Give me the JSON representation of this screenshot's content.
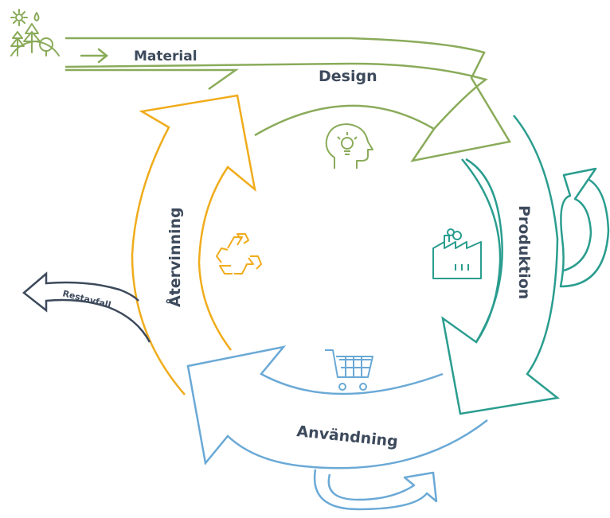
{
  "material": {
    "label": "Material"
  },
  "stages": {
    "design": {
      "label": "Design"
    },
    "produktion": {
      "label": "Produktion"
    },
    "anvandning": {
      "label": "Användning"
    },
    "atervinning": {
      "label": "Återvinning"
    }
  },
  "waste": {
    "label": "Restavfall"
  },
  "colors": {
    "design": "#8aab5a",
    "produktion": "#2a9d8f",
    "anvandning": "#6aa9d6",
    "atervinning": "#f0ac1c",
    "waste": "#3d4a5c",
    "text": "#3d4a5c"
  },
  "icons": [
    "nature-icon",
    "lightbulb-head-icon",
    "factory-icon",
    "shopping-cart-icon",
    "recycle-icon",
    "arrow-right-icon"
  ]
}
